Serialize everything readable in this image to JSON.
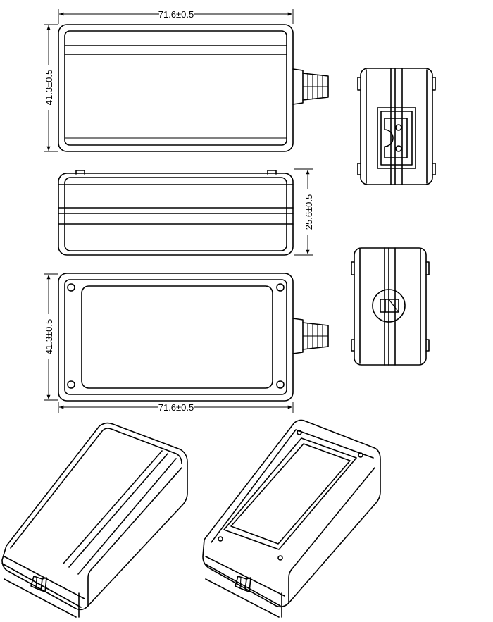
{
  "dimensions": {
    "top_width": "71.6±0.5",
    "top_height": "41.3±0.5",
    "side_height": "25.6±0.5",
    "bottom_height": "41.3±0.5",
    "bottom_width": "71.6±0.5"
  },
  "colors": {
    "line": "#000000",
    "background": "#ffffff"
  }
}
